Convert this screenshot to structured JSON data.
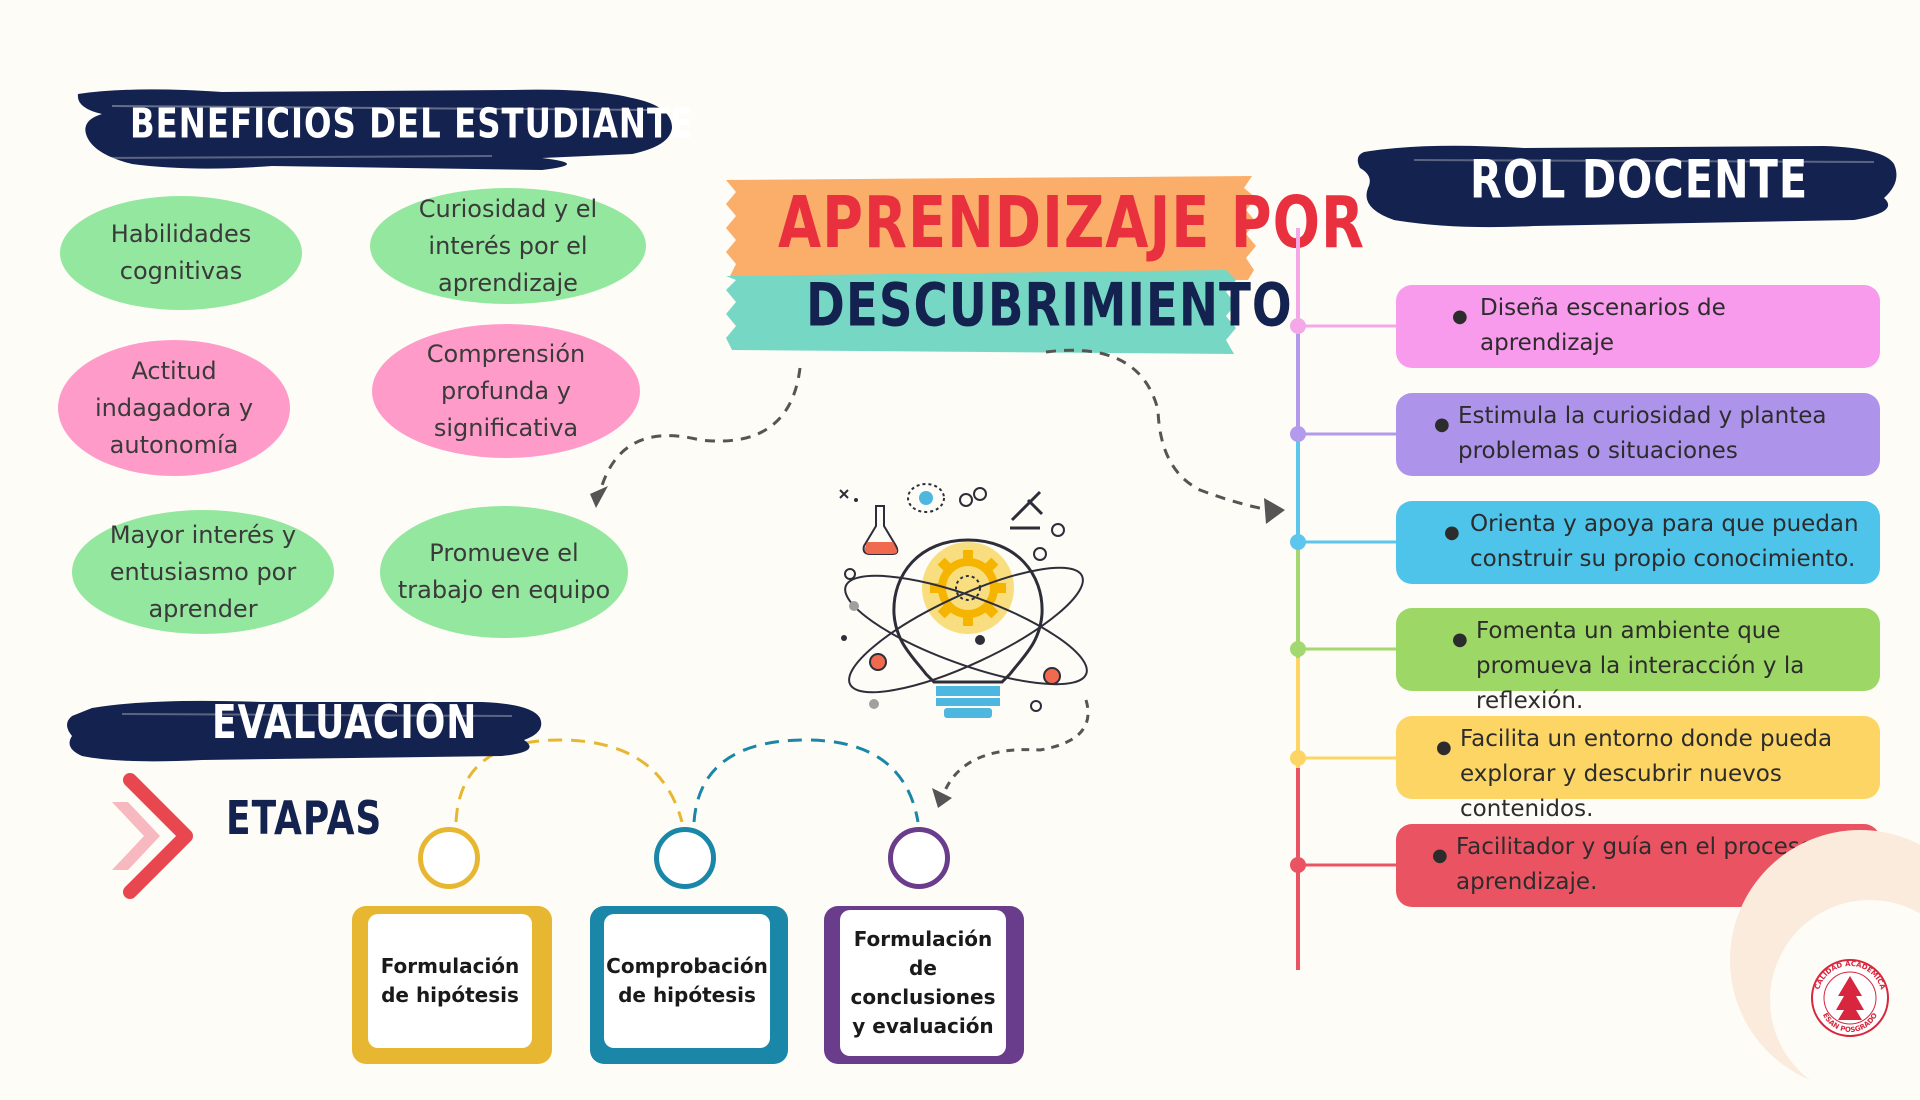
{
  "title": {
    "line1": "APRENDIZAJE POR",
    "line2": "DESCUBRIMIENTO"
  },
  "beneficios": {
    "heading": "BENEFICIOS DEL ESTUDIANTE",
    "items": [
      "Habilidades cognitivas",
      "Curiosidad y el interés por el aprendizaje",
      "Actitud indagadora y autonomía",
      "Comprensión profunda y significativa",
      "Mayor interés y entusiasmo por aprender",
      "Promueve el trabajo en equipo"
    ]
  },
  "rol_docente": {
    "heading": "ROL DOCENTE",
    "items": [
      {
        "text": "Diseña escenarios de aprendizaje",
        "color": "#F89BEC"
      },
      {
        "text": "Estimula la curiosidad y plantea problemas o situaciones",
        "color": "#AE93EB"
      },
      {
        "text": "Orienta y apoya para que puedan construir su propio conocimiento.",
        "color": "#4EC4EA"
      },
      {
        "text": "Fomenta un ambiente que promueva la interacción y la reflexión.",
        "color": "#9DD766"
      },
      {
        "text": "Facilita un entorno donde pueda explorar y descubrir nuevos contenidos.",
        "color": "#FDD565"
      },
      {
        "text": "Facilitador y guía en el proceso de aprendizaje.",
        "color": "#EA5462"
      }
    ]
  },
  "evaluacion": {
    "heading": "EVALUACIÓN",
    "subheading": "ETAPAS",
    "stages": [
      {
        "label": "Formulación de hipótesis",
        "color": "#E8B732"
      },
      {
        "label": "Comprobación de hipótesis",
        "color": "#1A86A8"
      },
      {
        "label": "Formulación de conclusiones y evaluación",
        "color": "#6A3C8C"
      }
    ]
  },
  "logo": {
    "top_text": "CALIDAD ACADÉMICA",
    "bottom_text": "ESAN POSGRADO"
  },
  "colors": {
    "navy": "#14224F",
    "title_red": "#E8303F",
    "orange_band": "#FBAE6A",
    "teal_band": "#76D8C4"
  }
}
